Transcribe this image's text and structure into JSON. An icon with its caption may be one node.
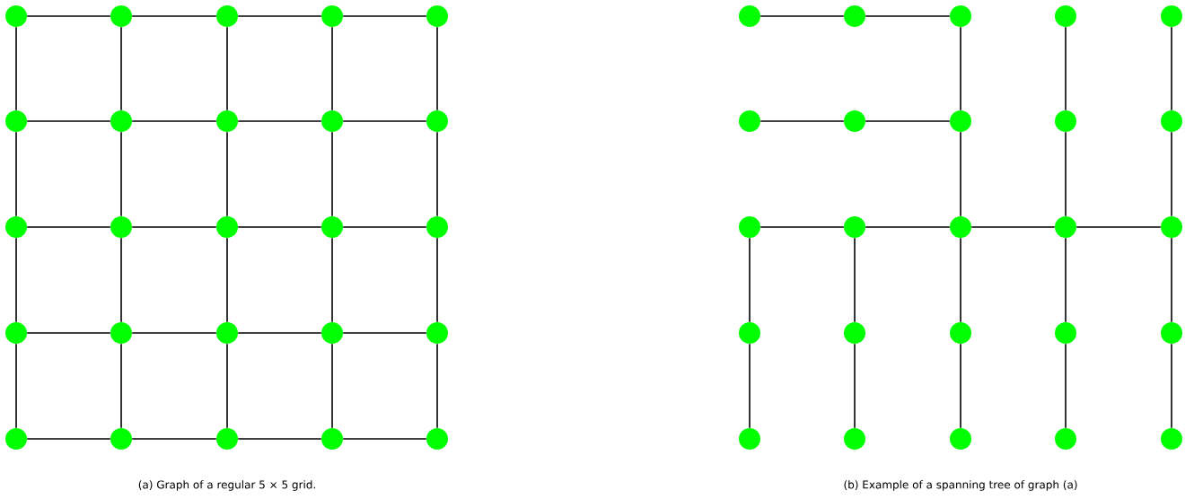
{
  "diagram": {
    "nodes": [
      {
        "text": [],
        "shape": "circle"
      },
      {
        "text": [],
        "shape": "circle"
      },
      {
        "text": [],
        "shape": "circle"
      },
      {
        "text": [],
        "shape": "circle"
      },
      {
        "text": [],
        "shape": "circle"
      },
      {
        "text": [],
        "shape": "circle"
      },
      {
        "text": [],
        "shape": "circle"
      },
      {
        "text": [],
        "shape": "circle"
      },
      {
        "text": [],
        "shape": "circle"
      },
      {
        "text": [],
        "shape": "circle"
      },
      {
        "text": [],
        "shape": "circle"
      },
      {
        "text": [],
        "shape": "circle"
      },
      {
        "text": [],
        "shape": "circle"
      },
      {
        "text": [],
        "shape": "circle"
      },
      {
        "text": [],
        "shape": "circle"
      },
      {
        "text": [],
        "shape": "circle"
      },
      {
        "text": [],
        "shape": "circle"
      },
      {
        "text": [],
        "shape": "circle"
      },
      {
        "text": [],
        "shape": "circle"
      },
      {
        "text": [],
        "shape": "circle"
      },
      {
        "text": [],
        "shape": "circle"
      },
      {
        "text": [],
        "shape": "circle"
      },
      {
        "text": [],
        "shape": "circle"
      },
      {
        "text": [],
        "shape": "circle"
      },
      {
        "text": [],
        "shape": "circle"
      },
      {
        "text": [],
        "shape": "circle"
      },
      {
        "text": [],
        "shape": "circle"
      },
      {
        "text": [],
        "shape": "circle"
      },
      {
        "text": [],
        "shape": "circle"
      },
      {
        "text": [],
        "shape": "circle"
      },
      {
        "text": [],
        "shape": "circle"
      },
      {
        "text": [],
        "shape": "circle"
      },
      {
        "text": [],
        "shape": "circle"
      },
      {
        "text": [],
        "shape": "circle"
      },
      {
        "text": [],
        "shape": "circle"
      },
      {
        "text": [],
        "shape": "circle"
      },
      {
        "text": [],
        "shape": "circle"
      },
      {
        "text": [],
        "shape": "circle"
      },
      {
        "text": [],
        "shape": "circle"
      },
      {
        "text": [],
        "shape": "circle"
      },
      {
        "text": [],
        "shape": "circle"
      },
      {
        "text": [],
        "shape": "circle"
      },
      {
        "text": [],
        "shape": "circle"
      },
      {
        "text": [],
        "shape": "circle"
      },
      {
        "text": [],
        "shape": "circle"
      },
      {
        "text": [],
        "shape": "circle"
      },
      {
        "text": [],
        "shape": "circle"
      },
      {
        "text": [],
        "shape": "circle"
      },
      {
        "text": [],
        "shape": "circle"
      },
      {
        "text": [],
        "shape": "circle"
      }
    ],
    "edges": [
      {
        "from": 0,
        "to": 1,
        "arrow": "none"
      },
      {
        "from": 1,
        "to": 2,
        "arrow": "none"
      },
      {
        "from": 2,
        "to": 3,
        "arrow": "none"
      },
      {
        "from": 3,
        "to": 4,
        "arrow": "none"
      },
      {
        "from": 5,
        "to": 6,
        "arrow": "none"
      },
      {
        "from": 6,
        "to": 7,
        "arrow": "none"
      },
      {
        "from": 7,
        "to": 8,
        "arrow": "none"
      },
      {
        "from": 8,
        "to": 9,
        "arrow": "none"
      },
      {
        "from": 10,
        "to": 11,
        "arrow": "none"
      },
      {
        "from": 11,
        "to": 12,
        "arrow": "none"
      },
      {
        "from": 12,
        "to": 13,
        "arrow": "none"
      },
      {
        "from": 13,
        "to": 14,
        "arrow": "none"
      },
      {
        "from": 15,
        "to": 16,
        "arrow": "none"
      },
      {
        "from": 16,
        "to": 17,
        "arrow": "none"
      },
      {
        "from": 17,
        "to": 18,
        "arrow": "none"
      },
      {
        "from": 18,
        "to": 19,
        "arrow": "none"
      },
      {
        "from": 20,
        "to": 21,
        "arrow": "none"
      },
      {
        "from": 21,
        "to": 22,
        "arrow": "none"
      },
      {
        "from": 22,
        "to": 23,
        "arrow": "none"
      },
      {
        "from": 23,
        "to": 24,
        "arrow": "none"
      },
      {
        "from": 0,
        "to": 5,
        "arrow": "none"
      },
      {
        "from": 5,
        "to": 10,
        "arrow": "none"
      },
      {
        "from": 10,
        "to": 15,
        "arrow": "none"
      },
      {
        "from": 15,
        "to": 20,
        "arrow": "none"
      },
      {
        "from": 1,
        "to": 6,
        "arrow": "none"
      },
      {
        "from": 6,
        "to": 11,
        "arrow": "none"
      },
      {
        "from": 11,
        "to": 16,
        "arrow": "none"
      },
      {
        "from": 16,
        "to": 21,
        "arrow": "none"
      },
      {
        "from": 2,
        "to": 7,
        "arrow": "none"
      },
      {
        "from": 7,
        "to": 12,
        "arrow": "none"
      },
      {
        "from": 12,
        "to": 17,
        "arrow": "none"
      },
      {
        "from": 17,
        "to": 22,
        "arrow": "none"
      },
      {
        "from": 3,
        "to": 8,
        "arrow": "none"
      },
      {
        "from": 8,
        "to": 13,
        "arrow": "none"
      },
      {
        "from": 13,
        "to": 18,
        "arrow": "none"
      },
      {
        "from": 18,
        "to": 23,
        "arrow": "none"
      },
      {
        "from": 4,
        "to": 9,
        "arrow": "none"
      },
      {
        "from": 9,
        "to": 14,
        "arrow": "none"
      },
      {
        "from": 14,
        "to": 19,
        "arrow": "none"
      },
      {
        "from": 19,
        "to": 24,
        "arrow": "none"
      },
      {
        "from": 25,
        "to": 26,
        "arrow": "none"
      },
      {
        "from": 26,
        "to": 27,
        "arrow": "none"
      },
      {
        "from": 27,
        "to": 32,
        "arrow": "none"
      },
      {
        "from": 30,
        "to": 31,
        "arrow": "none"
      },
      {
        "from": 31,
        "to": 32,
        "arrow": "none"
      },
      {
        "from": 32,
        "to": 37,
        "arrow": "none"
      },
      {
        "from": 28,
        "to": 33,
        "arrow": "none"
      },
      {
        "from": 33,
        "to": 38,
        "arrow": "none"
      },
      {
        "from": 29,
        "to": 34,
        "arrow": "none"
      },
      {
        "from": 34,
        "to": 39,
        "arrow": "none"
      },
      {
        "from": 35,
        "to": 36,
        "arrow": "none"
      },
      {
        "from": 36,
        "to": 37,
        "arrow": "none"
      },
      {
        "from": 37,
        "to": 38,
        "arrow": "none"
      },
      {
        "from": 38,
        "to": 39,
        "arrow": "none"
      },
      {
        "from": 35,
        "to": 40,
        "arrow": "none"
      },
      {
        "from": 40,
        "to": 45,
        "arrow": "none"
      },
      {
        "from": 36,
        "to": 41,
        "arrow": "none"
      },
      {
        "from": 41,
        "to": 46,
        "arrow": "none"
      },
      {
        "from": 37,
        "to": 42,
        "arrow": "none"
      },
      {
        "from": 42,
        "to": 47,
        "arrow": "none"
      },
      {
        "from": 38,
        "to": 43,
        "arrow": "none"
      },
      {
        "from": 43,
        "to": 48,
        "arrow": "none"
      },
      {
        "from": 39,
        "to": 44,
        "arrow": "none"
      },
      {
        "from": 44,
        "to": 49,
        "arrow": "none"
      }
    ],
    "labels": [
      "(a) Graph of a regular 5 × 5 grid.",
      "(b) Example of a spanning tree of graph (a)"
    ]
  }
}
